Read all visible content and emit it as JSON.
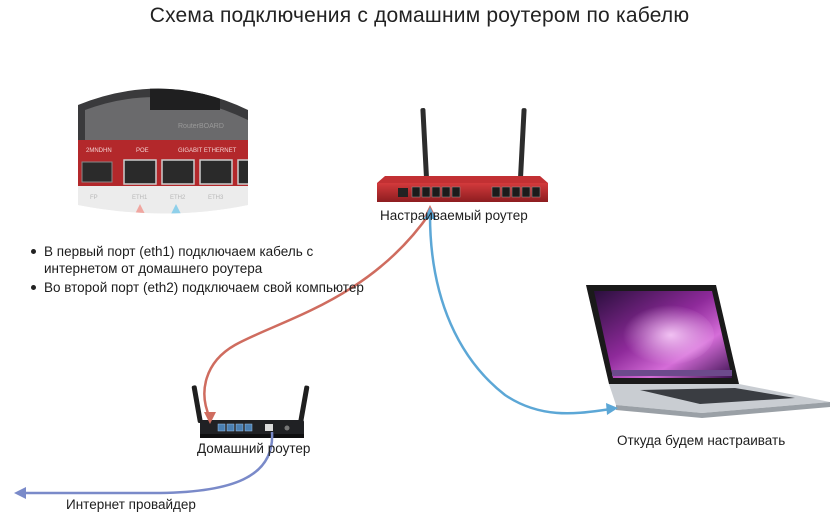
{
  "title": "Схема подключения с домашним роутером по кабелю",
  "port_panel": {
    "header_labels": [
      "2MNDHN",
      "POE",
      "GIGABIT ETHERNET"
    ],
    "port_labels": [
      "FP",
      "ETH1",
      "ETH2",
      "ETH3"
    ],
    "brand_text": "RouterBOARD"
  },
  "bullets": [
    "В первый порт (eth1) подключаем кабель с интернетом от домашнего роутера",
    "Во второй порт (eth2) подключаем свой компьютер"
  ],
  "nodes": {
    "configured_router": "Настраиваемый роутер",
    "home_router": "Домашний роутер",
    "laptop": "Откуда будем настраивать",
    "isp": "Интернет провайдер"
  },
  "colors": {
    "red_cable": "#cf6c5f",
    "blue_cable": "#5ca7d6",
    "router_red": "#b3282b",
    "laptop_silver": "#c9cdd2"
  }
}
